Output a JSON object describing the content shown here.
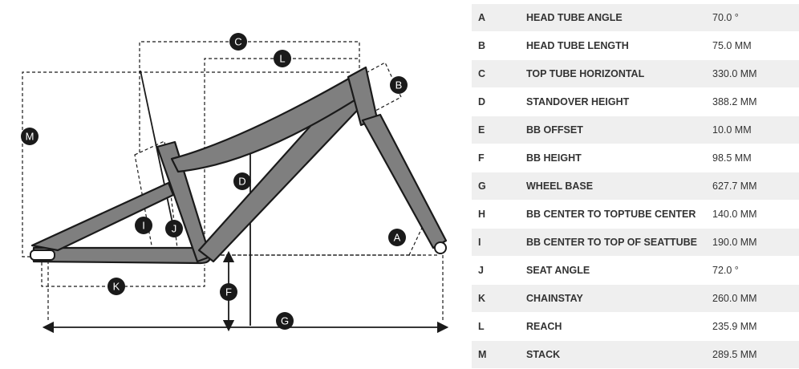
{
  "rows": [
    {
      "key": "A",
      "name": "HEAD TUBE ANGLE",
      "value": "70.0 °"
    },
    {
      "key": "B",
      "name": "HEAD TUBE LENGTH",
      "value": "75.0 MM"
    },
    {
      "key": "C",
      "name": "TOP TUBE HORIZONTAL",
      "value": "330.0 MM"
    },
    {
      "key": "D",
      "name": "STANDOVER HEIGHT",
      "value": "388.2 MM"
    },
    {
      "key": "E",
      "name": "BB OFFSET",
      "value": "10.0 MM"
    },
    {
      "key": "F",
      "name": "BB HEIGHT",
      "value": "98.5 MM"
    },
    {
      "key": "G",
      "name": "WHEEL BASE",
      "value": "627.7 MM"
    },
    {
      "key": "H",
      "name": "BB CENTER TO TOPTUBE CENTER",
      "value": "140.0 MM"
    },
    {
      "key": "I",
      "name": "BB CENTER TO TOP OF SEATTUBE",
      "value": "190.0 MM"
    },
    {
      "key": "J",
      "name": "SEAT ANGLE",
      "value": "72.0 °"
    },
    {
      "key": "K",
      "name": "CHAINSTAY",
      "value": "260.0 MM"
    },
    {
      "key": "L",
      "name": "REACH",
      "value": "235.9 MM"
    },
    {
      "key": "M",
      "name": "STACK",
      "value": "289.5 MM"
    }
  ],
  "diagram_labels": {
    "a": "A",
    "b": "B",
    "c": "C",
    "d": "D",
    "f": "F",
    "g": "G",
    "i": "I",
    "j": "J",
    "k": "K",
    "l": "L",
    "m": "M"
  },
  "colors": {
    "frame": "#7f7f7f",
    "outline": "#1a1a1a",
    "bubble": "#1a1a1a",
    "row_shade": "#efefef"
  }
}
